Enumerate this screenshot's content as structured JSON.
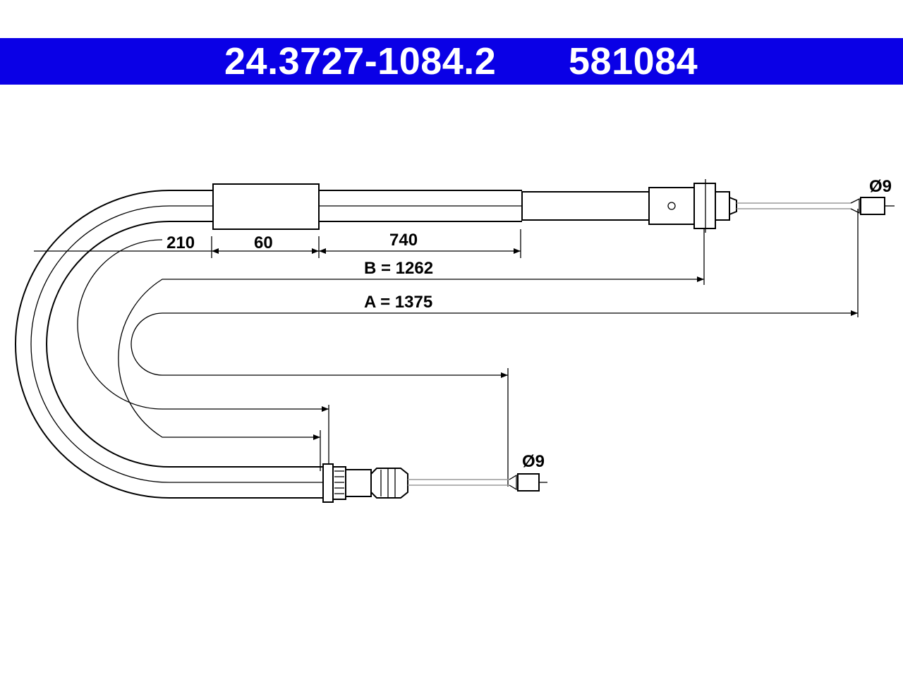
{
  "header": {
    "part_number": "24.3727-1084.2",
    "ref_number": "581084",
    "background_color": "#0a00e6",
    "text_color": "#ffffff"
  },
  "dimensions": {
    "seg_210": "210",
    "seg_60": "60",
    "seg_740": "740",
    "dim_b": "B = 1262",
    "dim_a": "A = 1375",
    "diameter_top": "Ø9",
    "diameter_bottom": "Ø9"
  }
}
